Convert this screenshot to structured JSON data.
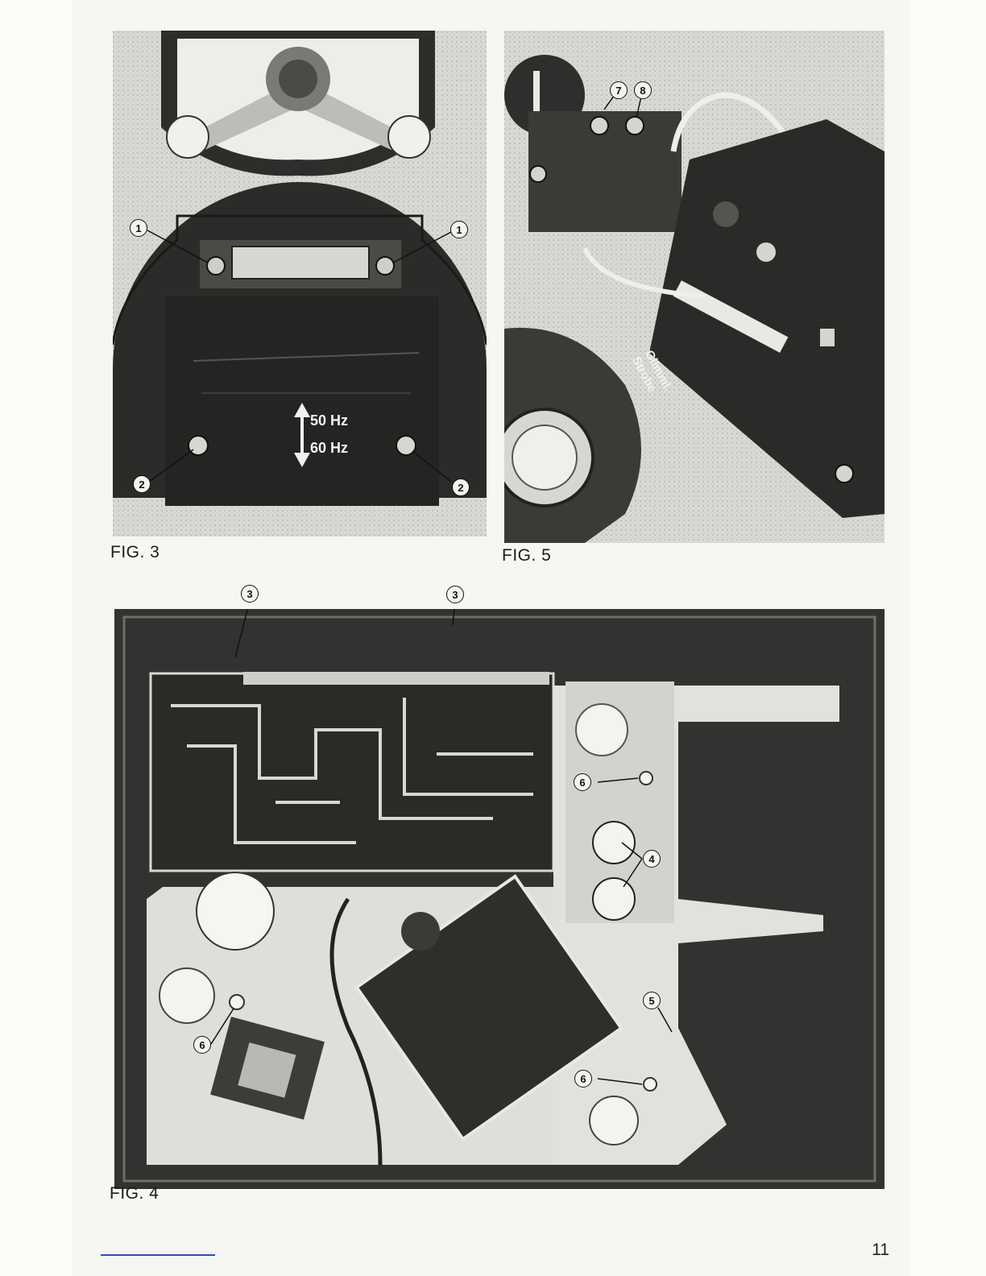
{
  "figures": {
    "fig3": {
      "caption": "FIG. 3",
      "label_50": "50 Hz",
      "label_60": "60 Hz",
      "callouts": [
        "1",
        "1",
        "2",
        "2"
      ]
    },
    "fig5": {
      "caption": "FIG. 5",
      "callouts": [
        "7",
        "8"
      ],
      "board_text": [
        "Glimml.",
        "Strobe"
      ]
    },
    "fig4": {
      "caption": "FIG. 4",
      "callouts": [
        "3",
        "3",
        "6",
        "4",
        "5",
        "6",
        "6"
      ]
    }
  },
  "page_number": "11",
  "colors": {
    "paper": "#f6f6f2",
    "photo_dark": "#3a3a38",
    "photo_light": "#e4e4df",
    "link": "#2b4ad6"
  }
}
